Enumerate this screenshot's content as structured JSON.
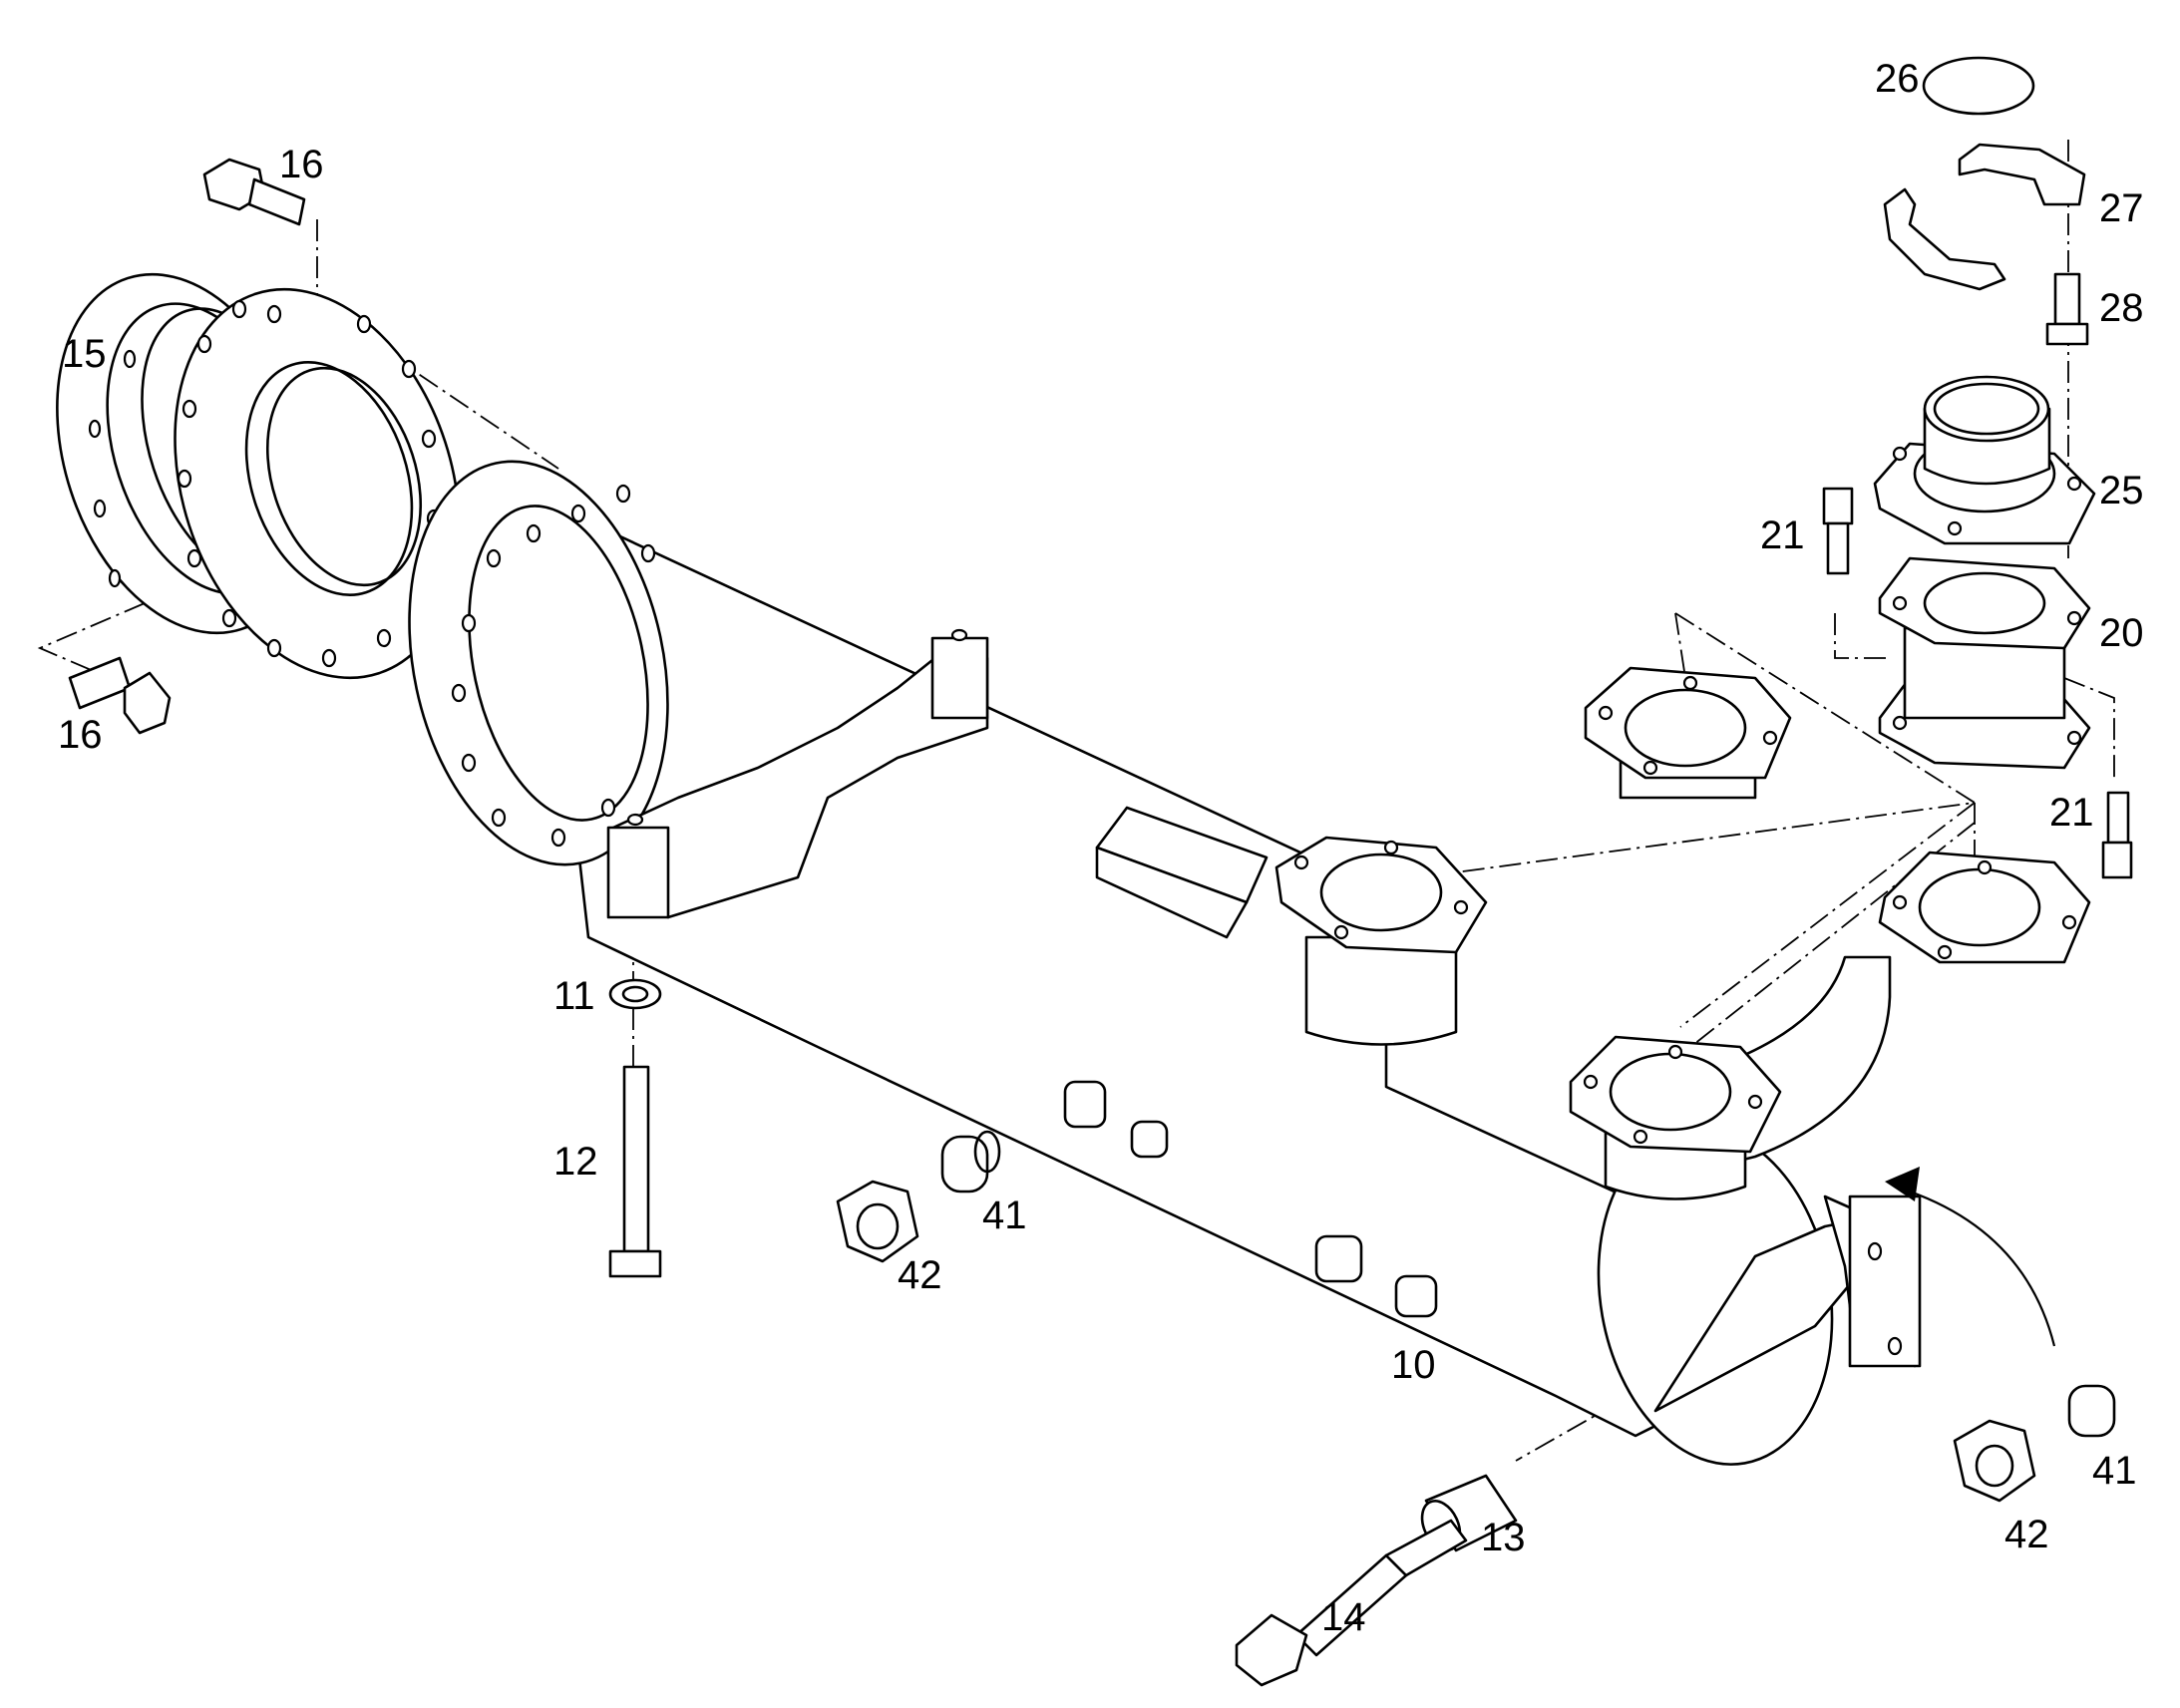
{
  "callouts": {
    "c26": "26",
    "c27": "27",
    "c28": "28",
    "c25": "25",
    "c21a": "21",
    "c21b": "21",
    "c20": "20",
    "c16a": "16",
    "c16b": "16",
    "c15": "15",
    "c11": "11",
    "c12": "12",
    "c41a": "41",
    "c41b": "41",
    "c42a": "42",
    "c42b": "42",
    "c10": "10",
    "c13": "13",
    "c14": "14"
  }
}
